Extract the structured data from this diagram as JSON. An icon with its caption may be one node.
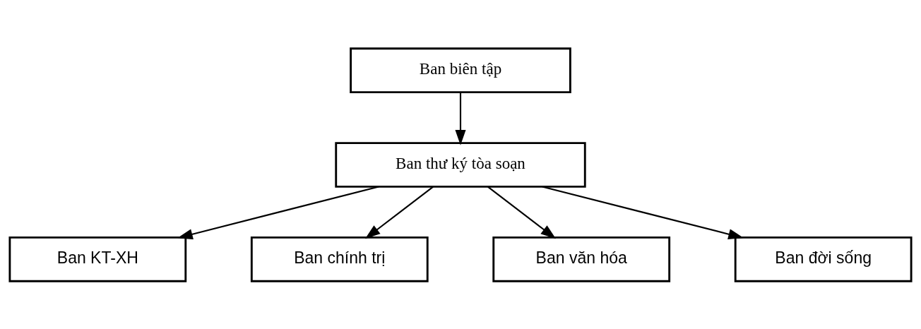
{
  "diagram": {
    "nodes": [
      {
        "text": [
          "Ban biên tập"
        ]
      },
      {
        "text": [
          "Ban thư ký tòa soạn"
        ]
      },
      {
        "text": [
          "Ban KT-XH"
        ]
      },
      {
        "text": [
          "Ban chính trị"
        ]
      },
      {
        "text": [
          "Ban văn hóa"
        ]
      },
      {
        "text": [
          "Ban đời sống"
        ]
      }
    ],
    "edges": [
      {
        "from": 0,
        "to": 1,
        "arrow": "to"
      },
      {
        "from": 1,
        "to": 2,
        "arrow": "to"
      },
      {
        "from": 1,
        "to": 3,
        "arrow": "to"
      },
      {
        "from": 1,
        "to": 4,
        "arrow": "to"
      },
      {
        "from": 1,
        "to": 5,
        "arrow": "to"
      }
    ]
  }
}
